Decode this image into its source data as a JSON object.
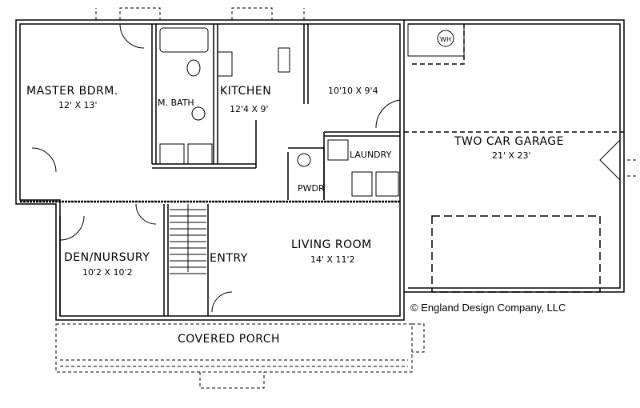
{
  "rooms": {
    "master": {
      "name": "MASTER BDRM.",
      "size": "12' X 13'"
    },
    "bath": {
      "name": "M. BATH"
    },
    "kitchen": {
      "name": "KITCHEN",
      "size": "12'4 X 9'"
    },
    "dining": {
      "size": "10'10 X 9'4"
    },
    "garage": {
      "name": "TWO CAR GARAGE",
      "size": "21' X 23'"
    },
    "laundry": {
      "name": "LAUNDRY"
    },
    "powder": {
      "name": "PWDR"
    },
    "den": {
      "name": "DEN/NURSURY",
      "size": "10'2 X 10'2"
    },
    "entry": {
      "name": "ENTRY"
    },
    "living": {
      "name": "LIVING ROOM",
      "size": "14' X 11'2"
    },
    "porch": {
      "name": "COVERED PORCH"
    }
  },
  "copyright": "© England Design Company, LLC",
  "fixtures": {
    "water_heater": "WH"
  },
  "colors": {
    "ink": "#000000",
    "background": "#ffffff"
  }
}
